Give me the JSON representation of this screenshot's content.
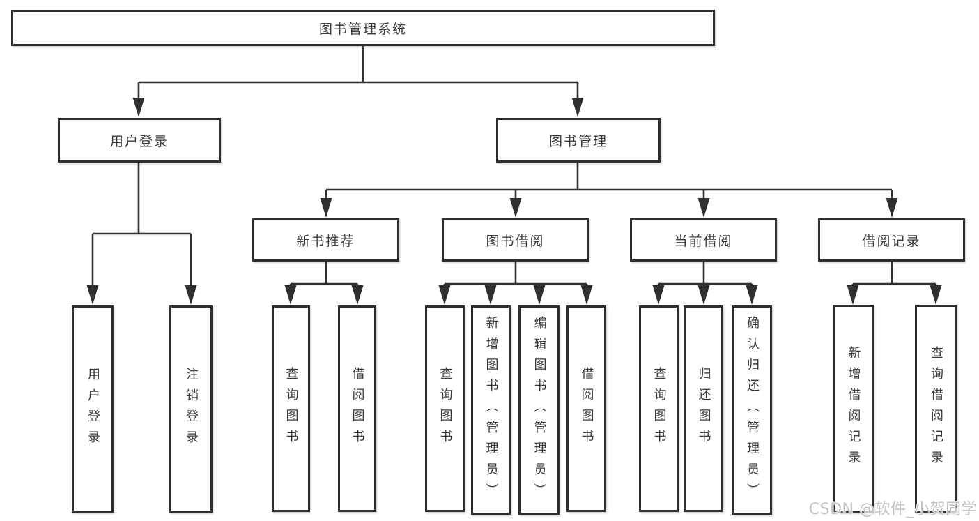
{
  "diagram": {
    "root": {
      "label": "图书管理系统"
    },
    "branches": [
      {
        "label": "用户登录",
        "children": [
          {
            "label": "用户登录"
          },
          {
            "label": "注销登录"
          }
        ]
      },
      {
        "label": "图书管理",
        "sections": [
          {
            "label": "新书推荐",
            "children": [
              {
                "label": "查询图书"
              },
              {
                "label": "借阅图书"
              }
            ]
          },
          {
            "label": "图书借阅",
            "children": [
              {
                "label": "查询图书"
              },
              {
                "label": "新增图书（管理员）"
              },
              {
                "label": "编辑图书（管理员）"
              },
              {
                "label": "借阅图书"
              }
            ]
          },
          {
            "label": "当前借阅",
            "children": [
              {
                "label": "查询图书"
              },
              {
                "label": "归还图书"
              },
              {
                "label": "确认归还（管理员）"
              }
            ]
          },
          {
            "label": "借阅记录",
            "children": [
              {
                "label": "新增借阅记录"
              },
              {
                "label": "查询借阅记录"
              }
            ]
          }
        ]
      }
    ]
  },
  "watermark": {
    "text": "CSDN @软件_小贺同学"
  },
  "colors": {
    "background": "#ffffff",
    "line": "#303030",
    "box_border": "#2e2e2e",
    "text": "#3a3a3a",
    "watermark": "#c2c1c1"
  }
}
